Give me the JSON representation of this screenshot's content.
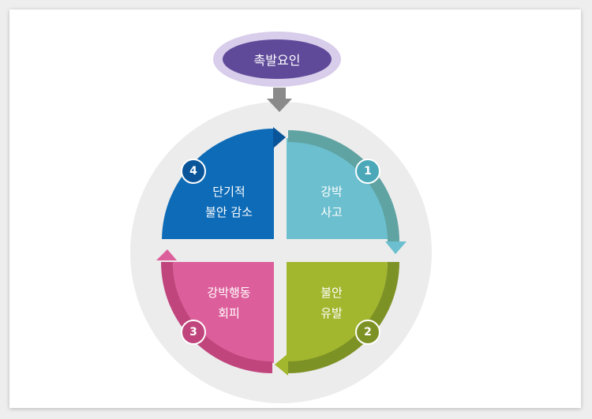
{
  "trigger": {
    "label": "촉발요인"
  },
  "steps": [
    {
      "number": "1",
      "line1": "강박",
      "line2": "사고"
    },
    {
      "number": "2",
      "line1": "불안",
      "line2": "유발"
    },
    {
      "number": "3",
      "line1": "강박행동",
      "line2": "회피"
    },
    {
      "number": "4",
      "line1": "단기적",
      "line2": "불안 감소"
    }
  ],
  "colors": {
    "q1": "#6cbfcf",
    "q1_dark": "#4aa8b8",
    "q1_arc": "#5fa3a2",
    "q2": "#a2b72e",
    "q2_dark": "#7d9225",
    "q3": "#dc5f9b",
    "q3_dark": "#c0457c",
    "q4": "#0e6bb7",
    "q4_dark": "#0a559a",
    "trigger": "#5f4a9a",
    "trigger_halo": "#d8cdea"
  }
}
